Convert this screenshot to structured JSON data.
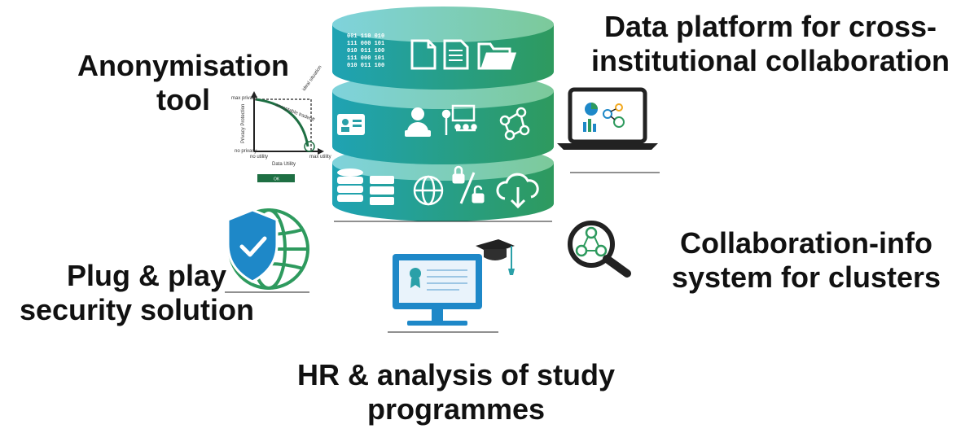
{
  "labels": {
    "anonymisation": [
      "Anonymisation",
      "tool"
    ],
    "data_platform": [
      "Data platform for cross-",
      "institutional collaboration"
    ],
    "collab_info": [
      "Collaboration-info",
      "system for clusters"
    ],
    "plug_play": [
      "Plug & play",
      "security solution"
    ],
    "hr_analysis": [
      "HR & analysis of study",
      "programmes"
    ]
  },
  "anon_chart": {
    "y_axis_label": "Privacy Protection",
    "x_axis_label": "Data Utility",
    "max_privacy": "max privacy",
    "no_privacy": "no privacy",
    "no_utility": "no utility",
    "max_utility": "max utility",
    "ideal": "ideal situation",
    "curve_label": "acceptable tradeoff",
    "button_label": "OK"
  },
  "binary_lines": [
    "001 110 010",
    "111 000 101",
    "010 011 100",
    "111 000 101",
    "010 011 100"
  ],
  "colors": {
    "teal": "#1fa3b4",
    "green": "#2e9a5e",
    "dark_green": "#1e6f43",
    "dark": "#222222",
    "shield": "#1e88c8"
  },
  "icons": {
    "top_disc": [
      "binary-code-icon",
      "document-icon",
      "text-document-icon",
      "folder-icon"
    ],
    "mid_disc": [
      "id-card-icon",
      "developer-icon",
      "presenter-icon",
      "network-icon"
    ],
    "bottom_disc": [
      "database-icon",
      "server-icon",
      "globe-icon",
      "lock-unlock-icon",
      "cloud-download-icon"
    ],
    "others": [
      "laptop-analytics-icon",
      "shield-globe-icon",
      "monitor-certificate-icon",
      "graduation-cap-icon",
      "search-network-icon"
    ]
  }
}
